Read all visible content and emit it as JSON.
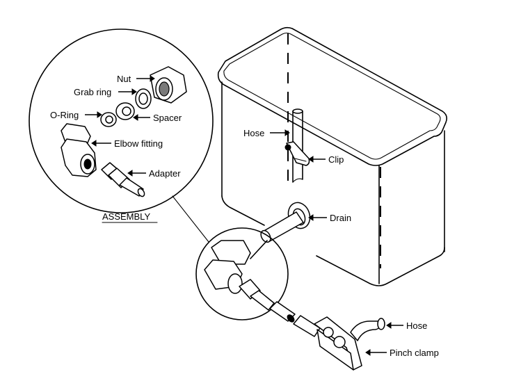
{
  "labels": {
    "nut": "Nut",
    "grab_ring": "Grab ring",
    "o_ring": "O-Ring",
    "spacer": "Spacer",
    "elbow_fitting": "Elbow fitting",
    "adapter": "Adapter",
    "assembly": "ASSEMBLY",
    "hose_top": "Hose",
    "clip": "Clip",
    "drain": "Drain",
    "hose_bottom": "Hose",
    "pinch_clamp": "Pinch clamp"
  },
  "colors": {
    "line": "#000000",
    "background": "#ffffff",
    "shade": "#7a7a7a"
  }
}
